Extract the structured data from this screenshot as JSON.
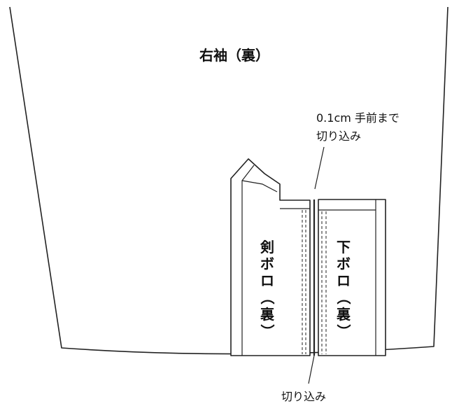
{
  "sleeve": {
    "label": "右袖（裏）"
  },
  "placket_sword": {
    "label_chars": [
      "剣",
      "ボ",
      "ロ",
      "（",
      "裏",
      "）"
    ]
  },
  "placket_under": {
    "label_chars": [
      "下",
      "ボ",
      "ロ",
      "（",
      "裏",
      "）"
    ]
  },
  "annotations": {
    "top_note_line1": "0.1cm 手前まで",
    "top_note_line2": "切り込み",
    "bottom_note": "切り込み"
  }
}
